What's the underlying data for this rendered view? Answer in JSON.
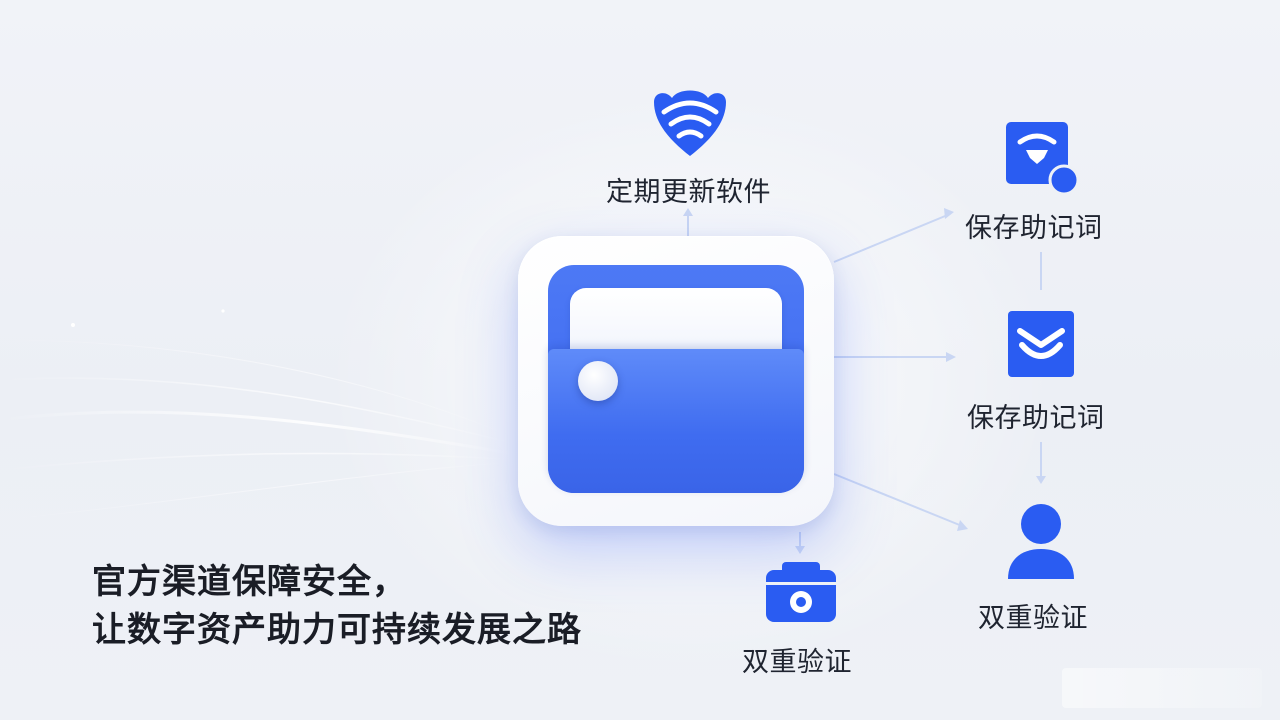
{
  "nodes": {
    "update": {
      "label": "定期更新软件",
      "icon": "shield-wifi-icon"
    },
    "backup_top": {
      "label": "保存助记词",
      "icon": "shield-badge-icon"
    },
    "backup_mid": {
      "label": "保存助记词",
      "icon": "shield-chevron-icon"
    },
    "auth_right": {
      "label": "双重验证",
      "icon": "user-icon"
    },
    "auth_bottom": {
      "label": "双重验证",
      "icon": "camera-icon"
    }
  },
  "center": {
    "icon": "wallet-icon"
  },
  "headline": {
    "line1": "官方渠道保障安全，",
    "line2": "让数字资产助力可持续发展之路"
  },
  "colors": {
    "accent": "#2f5ff0",
    "icon_blue": "#2a5cf2",
    "text": "#1f2430",
    "background": "#eef1f6"
  }
}
